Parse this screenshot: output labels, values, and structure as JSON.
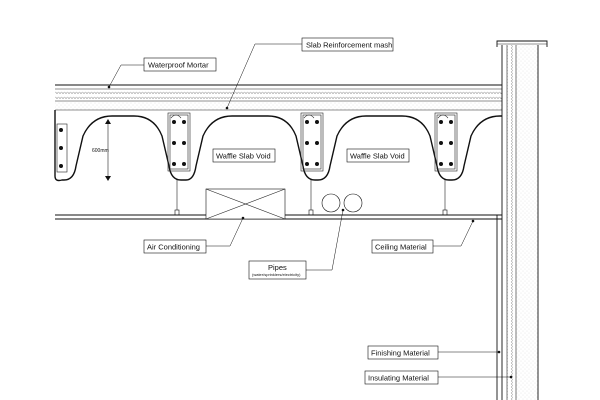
{
  "labels": {
    "slab_reinforcement": "Slab Reinforcement mash",
    "waterproof_mortar": "Waterproof Mortar",
    "waffle_void_1": "Waffle Slab Void",
    "waffle_void_2": "Waffle Slab Void",
    "depth": "600mm",
    "air_conditioning": "Air Conditioning",
    "ceiling_material": "Ceiling Material",
    "pipes": "Pipes",
    "pipes_note": "(water/sprinklers/electricity)",
    "finishing_material": "Finishing Material",
    "insulating_material": "Insulating Material"
  }
}
